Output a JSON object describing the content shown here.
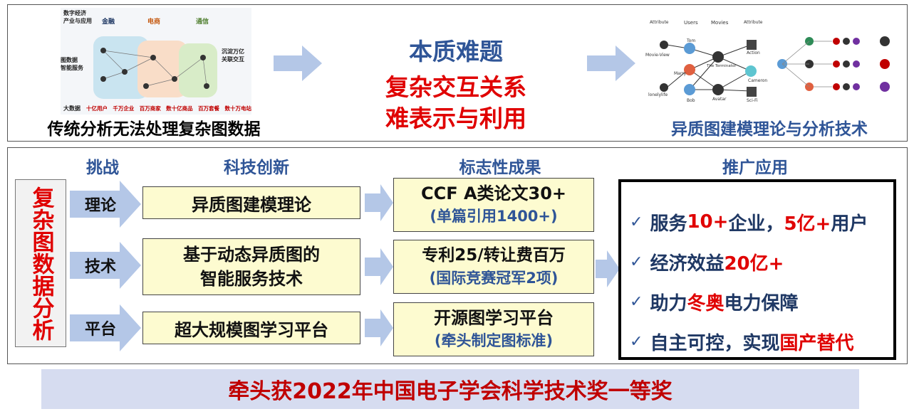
{
  "top": {
    "left_caption": "传统分析无法处理复杂图数据",
    "center": {
      "title": "本质难题",
      "line1": "复杂交互关系",
      "line2": "难表示与利用"
    },
    "right_caption": "异质图建模理论与分析技术",
    "left_image": {
      "left_labels": [
        "数字经济\n产业与应用",
        "图数据\n智能服务",
        "大数据"
      ],
      "sectors": [
        "金融",
        "电商",
        "通信"
      ],
      "right_label": "沉淀万亿\n关联交互",
      "stats": [
        "十亿用户",
        "千万企业",
        "百万商家",
        "数十亿商品",
        "百万套餐",
        "数十万电站"
      ]
    },
    "right_image": {
      "labels": [
        "Attribute",
        "Users",
        "Movies",
        "Attribute",
        "Movie-View",
        "Tom",
        "The Terminator",
        "Action",
        "Marry",
        "Cameron",
        "lonelylife",
        "Bob",
        "Avatar",
        "Sci-Fi"
      ]
    }
  },
  "bottom": {
    "vertical_title": "复杂图数据分析",
    "headers": {
      "challenge": "挑战",
      "innovation": "科技创新",
      "results": "标志性成果",
      "application": "推广应用"
    },
    "rows": [
      {
        "challenge": "理论",
        "innovation": "异质图建模理论",
        "result_main": "CCF A类论文30+",
        "result_sub": "(单篇引用1400+)"
      },
      {
        "challenge": "技术",
        "innovation_line1": "基于动态异质图的",
        "innovation_line2": "智能服务技术",
        "result_main": "专利25/转让费百万",
        "result_sub": "(国际竞赛冠军2项)"
      },
      {
        "challenge": "平台",
        "innovation": "超大规模图学习平台",
        "result_main": "开源图学习平台",
        "result_sub": "(牵头制定图标准)"
      }
    ],
    "applications": [
      {
        "p1": "服务",
        "p2": "10+",
        "p3": "企业，",
        "p4": "5亿+",
        "p5": "用户"
      },
      {
        "p1": "经济效益",
        "p2": "20亿+"
      },
      {
        "p1": "助力",
        "p2": "冬奥",
        "p3": "电力保障"
      },
      {
        "p1": "自主可控，实现",
        "p2": "国产替代"
      }
    ]
  },
  "footer": "牵头获2022年中国电子学会科学技术奖一等奖",
  "colors": {
    "accent_blue": "#2f5597",
    "red": "#e00000",
    "arrow": "#b4c7e7",
    "yellow_box": "#fdfbd0",
    "footer_bg": "#d6dcf0"
  }
}
